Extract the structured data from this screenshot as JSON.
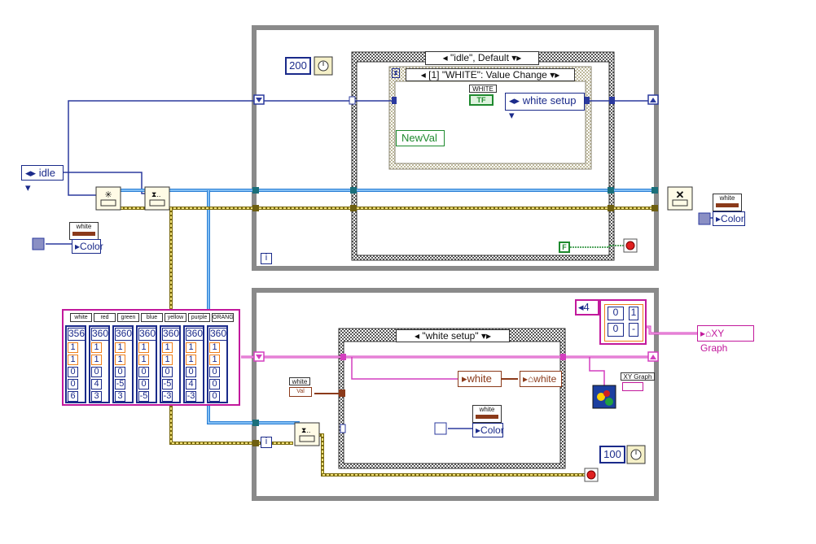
{
  "top_loop": {
    "wait_ms": "200",
    "case_selector": "\"idle\", Default",
    "event_selector": "[1] \"WHITE\": Value Change",
    "white_terminal": "WHITE",
    "bool_terminal": "TF",
    "enum_value": "white setup",
    "event_data_node": "NewVal",
    "stop_const": "F",
    "iteration_label": "i"
  },
  "outer": {
    "enum_idle": "idle",
    "color_label": "Color",
    "color_node_title": "white"
  },
  "array": {
    "headers": [
      "white",
      "red",
      "green",
      "blue",
      "yellow",
      "purple",
      "ORANGE"
    ],
    "columns": [
      [
        "356",
        "1",
        "1",
        "0",
        "0",
        "6"
      ],
      [
        "360",
        "1",
        "1",
        "0",
        "4",
        "3"
      ],
      [
        "360",
        "1",
        "1",
        "0",
        "-5",
        "3"
      ],
      [
        "360",
        "1",
        "1",
        "0",
        "0",
        "-5"
      ],
      [
        "360",
        "1",
        "1",
        "0",
        "-5",
        "-3"
      ],
      [
        "360",
        "1",
        "1",
        "0",
        "4",
        "-3"
      ],
      [
        "360",
        "1",
        "1",
        "0",
        "0",
        "0"
      ]
    ]
  },
  "bottom_loop": {
    "case_selector": "\"white setup\"",
    "white_label": "white",
    "white_ref_label": "white",
    "white_property_title": "white",
    "white_property_value": "Val",
    "color_label": "Color",
    "color_node_title": "white",
    "wait_ms": "100",
    "iteration_label": "i",
    "graph_cluster_num": "4",
    "graph_vals": [
      "0",
      "1",
      "0",
      "-"
    ],
    "xy_graph_label": "XY Graph",
    "xy_graph_node_title": "XY Graph"
  },
  "right_side": {
    "color_label": "Color",
    "color_node_title": "white"
  }
}
